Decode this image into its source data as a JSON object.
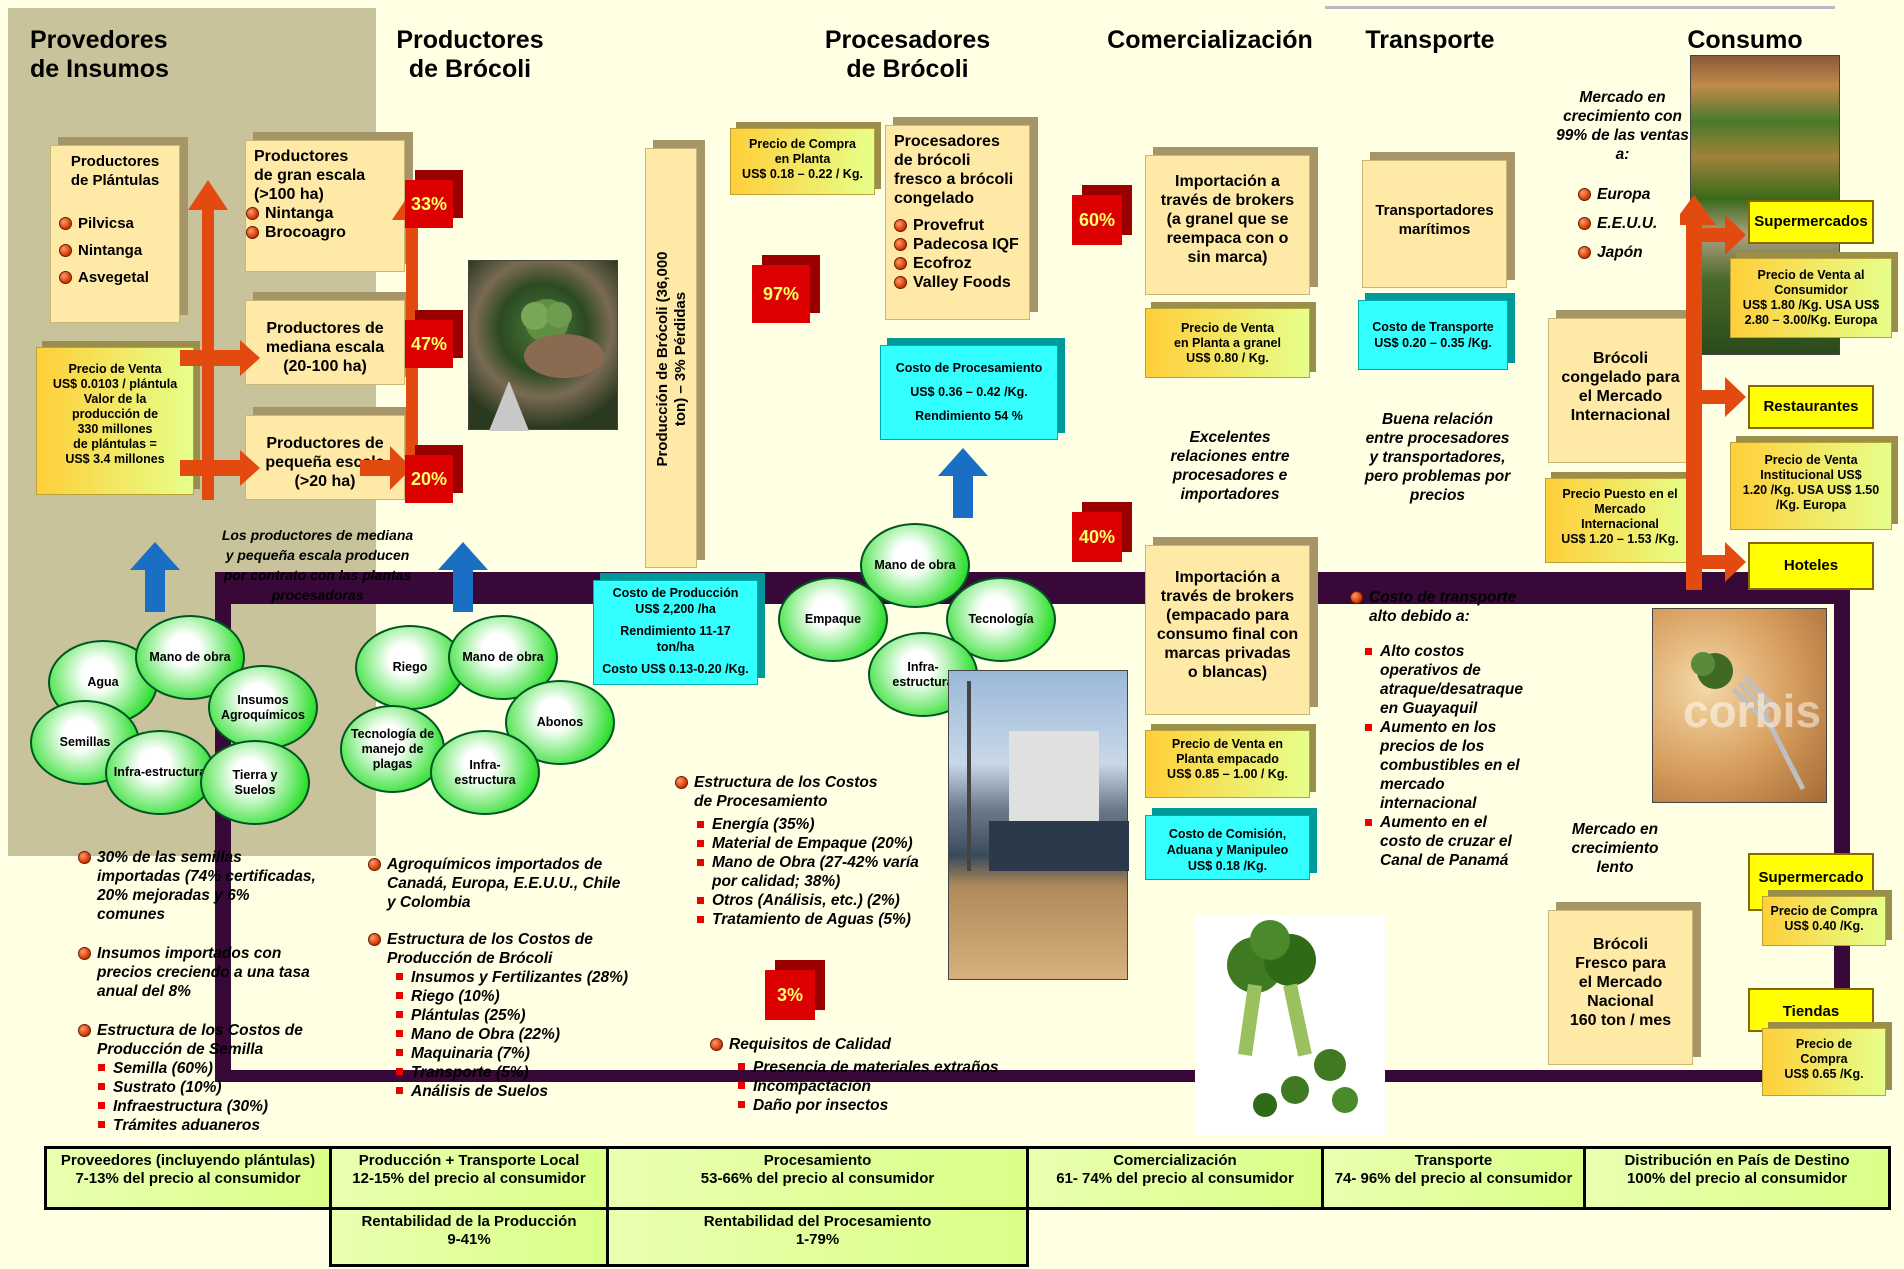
{
  "headers": {
    "proveedores": "Provedores\nde Insumos",
    "productores": "Productores\nde Brócoli",
    "procesadores": "Procesadores\nde Brócoli",
    "comercializacion": "Comercialización",
    "transporte": "Transporte",
    "consumo": "Consumo"
  },
  "plantulas": {
    "title": "Productores\nde Plántulas",
    "items": [
      "Pilvicsa",
      "Nintanga",
      "Asvegetal"
    ]
  },
  "precio_plantula": "Precio de Venta\nUS$ 0.0103 / plántula\nValor de la\nproducción  de\n330 millones\nde plántulas =\nUS$ 3.4 millones",
  "gran_escala": {
    "title": "Productores\nde gran escala\n(>100 ha)",
    "items": [
      "Nintanga",
      "Brocoagro"
    ]
  },
  "mediana": "Productores de\nmediana escala\n(20-100 ha)",
  "pequena": "Productores de\npequeña escala\n(>20 ha)",
  "pcts": {
    "p33": "33%",
    "p47": "47%",
    "p20": "20%",
    "p97": "97%",
    "p60": "60%",
    "p40": "40%",
    "p3": "3%"
  },
  "produccion_vertical": "Producción de Brócoli (36,000\nton) – 3% Pérdidas",
  "precio_compra_planta": "Precio de Compra\nen Planta\nUS$ 0.18 – 0.22 / Kg.",
  "procesadores_box": {
    "title": "Procesadores\nde brócoli\nfresco a brócoli\ncongelado",
    "items": [
      "Provefrut",
      "Padecosa IQF",
      "Ecofroz",
      "Valley Foods"
    ]
  },
  "costo_procesamiento": {
    "l1": "Costo de Procesamiento",
    "l2": "US$ 0.36 – 0.42 /Kg.",
    "l3": "Rendimiento 54 %"
  },
  "costo_produccion": {
    "l1": "Costo de Producción\nUS$ 2,200 /ha",
    "l2": "Rendimiento 11-17\nton/ha",
    "l3": "Costo US$ 0.13-0.20 /Kg."
  },
  "productores_note": "Los productores de mediana\ny pequeña escala producen\npor contrato con las plantas\nprocesadoras",
  "import_granel": "Importación a\ntravés de brokers\n(a granel que se\nreempaca con o\nsin marca)",
  "precio_granel": "Precio de Venta\nen Planta a granel\nUS$ 0.80 / Kg.",
  "relaciones": "Excelentes\nrelaciones entre\nprocesadores e\nimportadores",
  "import_empacado": "Importación a\ntravés de brokers\n(empacado para\nconsumo final con\nmarcas privadas\no blancas)",
  "precio_empacado": "Precio de Venta en\nPlanta empacado\nUS$ 0.85 – 1.00 / Kg.",
  "costo_comision": "Costo de Comisión,\nAduana y Manipuleo\nUS$ 0.18 /Kg.",
  "transportadores": "Transportadores\nmarítimos",
  "costo_transporte": "Costo de Transporte\nUS$ 0.20 – 0.35 /Kg.",
  "buena_relacion": "Buena relación\nentre procesadores\ny transportadores,\npero problemas por\nprecios",
  "costo_transp_alto": "Costo de transporte\nalto debido a:",
  "transp_items": [
    "Alto costos\noperativos de\natraque/desatraque\nen Guayaquil",
    "Aumento en los\nprecios de los\ncombustibles en el\nmercado\ninternacional",
    "Aumento en el\ncosto de cruzar el\nCanal de Panamá"
  ],
  "mercado_crec": "Mercado en\ncrecimiento con\n99% de las ventas\na:",
  "mercados": [
    "Europa",
    "E.E.U.U.",
    "Japón"
  ],
  "brocoli_congelado": "Brócoli\ncongelado para\nel Mercado\nInternacional",
  "precio_puesto": "Precio Puesto en el\nMercado\nInternacional\nUS$ 1.20 – 1.53 /Kg.",
  "supermercados": "Supermercados",
  "precio_super": "Precio de Venta al\nConsumidor\nUS$ 1.80 /Kg. USA US$\n2.80 – 3.00/Kg. Europa",
  "restaurantes": "Restaurantes",
  "precio_rest": "Precio de Venta\nInstitucional          US$\n1.20 /Kg. USA US$ 1.50\n/Kg. Europa",
  "hoteles": "Hoteles",
  "mercado_lento": "Mercado en\ncrecimiento\nlento",
  "brocoli_fresco": "Brócoli\nFresco para\nel Mercado\nNacional\n160 ton / mes",
  "supermercado2": "Supermercado\ns",
  "precio_compra_super": "Precio de Compra\nUS$ 0.40 /Kg.",
  "tiendas": "Tiendas",
  "precio_compra_tiendas": "Precio de\nCompra\nUS$ 0.65 /Kg.",
  "circles1": [
    "Agua",
    "Mano de obra",
    "Insumos\nAgroquímicos",
    "Semillas",
    "Infra-estructura",
    "Tierra  y\nSuelos"
  ],
  "circles2": [
    "Riego",
    "Mano de obra",
    "Tecnología  de\nmanejo  de\nplagas",
    "Abonos",
    "Infra-\nestructura"
  ],
  "circles3": [
    "Mano de obra",
    "Empaque",
    "Tecnología",
    "Infra-\nestructura"
  ],
  "semillas_notes": [
    "30% de las semillas\nimportadas (74% certificadas,\n20% mejoradas y 6%\ncomunes",
    "Insumos importados con\nprecios creciendo a una tasa\nanual del 8%",
    "Estructura de los Costos de\nProducción de Semilla"
  ],
  "semilla_items": [
    "Semilla (60%)",
    "Sustrato (10%)",
    "Infraestructura (30%)",
    "Trámites aduaneros"
  ],
  "agro_notes": [
    "Agroquímicos importados de\nCanadá, Europa, E.E.U.U., Chile\ny Colombia",
    "Estructura de los Costos de\nProducción de Brócoli"
  ],
  "agro_items": [
    "Insumos y Fertilizantes (28%)",
    "Riego (10%)",
    "Plántulas (25%)",
    "Mano de Obra (22%)",
    "Maquinaria (7%)",
    "Transporte (5%)",
    "Análisis de Suelos"
  ],
  "proc_title": "Estructura de los Costos\nde Procesamiento",
  "proc_items": [
    "Energía (35%)",
    "Material de Empaque (20%)",
    "Mano de Obra (27-42% varía\npor calidad; 38%)",
    "Otros (Análisis, etc.) (2%)",
    "Tratamiento de Aguas (5%)"
  ],
  "calidad_title": "Requisitos de Calidad",
  "calidad_items": [
    "Presencia de materiales extraños",
    "Incompactación",
    "Daño por insectos"
  ],
  "footer": [
    "Proveedores (incluyendo plántulas)\n7-13% del precio al consumidor",
    "Producción + Transporte Local\n12-15% del precio al consumidor",
    "Procesamiento\n53-66% del precio al consumidor",
    "Comercialización\n61- 74% del precio al consumidor",
    "Transporte\n74- 96% del precio al consumidor",
    "Distribución en País de Destino\n100% del precio al consumidor"
  ],
  "footer2": [
    "Rentabilidad de la Producción\n9-41%",
    "Rentabilidad del Procesamiento\n1-79%"
  ],
  "watermark": "corbis"
}
